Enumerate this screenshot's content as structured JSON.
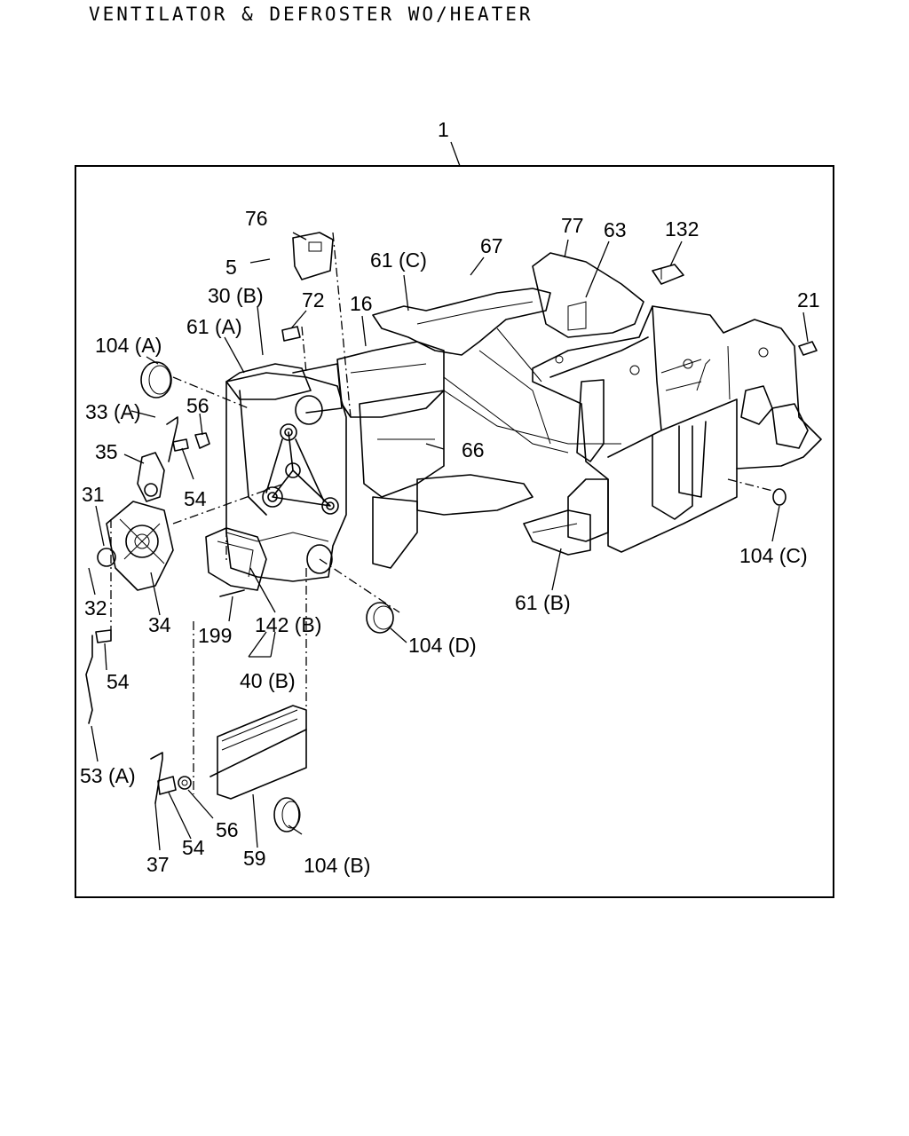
{
  "title": "VENTILATOR & DEFROSTER WO/HEATER",
  "labels": {
    "p1": "1",
    "p76": "76",
    "p5": "5",
    "p30b": "30 (B)",
    "p72": "72",
    "p16": "16",
    "p61c": "61 (C)",
    "p67": "67",
    "p77": "77",
    "p63": "63",
    "p132": "132",
    "p21": "21",
    "p61a": "61 (A)",
    "p104a": "104 (A)",
    "p33a": "33 (A)",
    "p56a": "56",
    "p35": "35",
    "p54a": "54",
    "p66": "66",
    "p31": "31",
    "p32": "32",
    "p34": "34",
    "p199": "199",
    "p142b": "142 (B)",
    "p104d": "104 (D)",
    "p54b": "54",
    "p40b": "40 (B)",
    "p61b": "61 (B)",
    "p104c": "104 (C)",
    "p53a": "53 (A)",
    "p56b": "56",
    "p54c": "54",
    "p37": "37",
    "p59": "59",
    "p104b": "104 (B)"
  }
}
